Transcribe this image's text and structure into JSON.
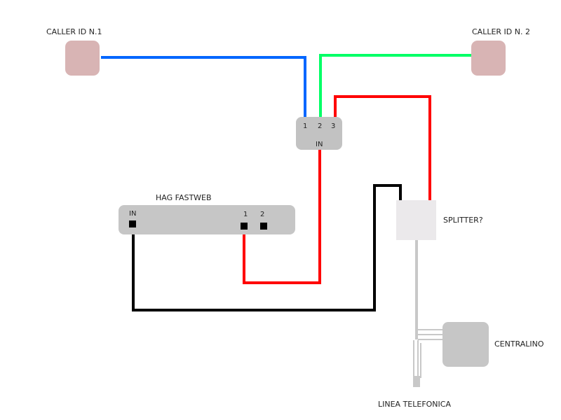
{
  "diagram": {
    "caller1": {
      "label": "CALLER  ID N.1",
      "color": "#d8b4b4"
    },
    "caller2": {
      "label": "CALLER  ID N. 2",
      "color": "#d8b4b4"
    },
    "junction": {
      "ports": [
        "1",
        "2",
        "3"
      ],
      "in_label": "IN",
      "color": "#c2c2c2"
    },
    "hag": {
      "label": "HAG FASTWEB",
      "in_label": "IN",
      "ports": [
        "1",
        "2"
      ],
      "color": "#c6c6c6"
    },
    "splitter": {
      "label": "SPLITTER?",
      "color": "#ebe9eb"
    },
    "centralino": {
      "label": "CENTRALINO",
      "color": "#c6c6c6"
    },
    "line": {
      "label": "LINEA TELEFONICA"
    },
    "wires": {
      "blue": "#0066ff",
      "green": "#00ff66",
      "red": "#ff0000",
      "black": "#000000",
      "grey": "#c8c8c8"
    }
  }
}
